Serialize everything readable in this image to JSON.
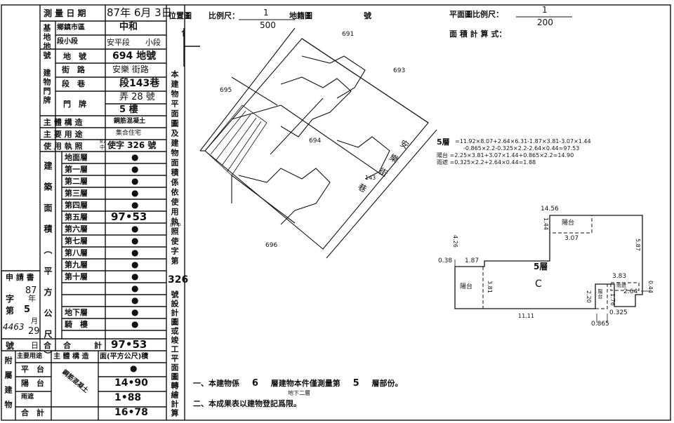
{
  "survey": {
    "label_date": "測 量 日 期",
    "date": "87年 6月 3日",
    "label_base": "基地地號",
    "label_township": "鄉鎮市區",
    "township": "中和",
    "label_section": "段小段",
    "section": "安平段　　小段",
    "label_lot": "地　號",
    "lot": "694 地號"
  },
  "address": {
    "label": "建物門牌",
    "label_street": "街　路",
    "street": "安樂 街路",
    "label_lane": "段　巷",
    "lane": "段143巷",
    "label_door": "門　牌",
    "alley": "弄 28 號",
    "floor": "5 樓"
  },
  "structure": {
    "label": "主 體 構 造",
    "value": "鋼筋混凝土",
    "use_label": "主 要 用 途",
    "use_value": "集合住宅",
    "license_label": "使 用 執 照",
    "license_value": "使字 326 號",
    "license_year": "87",
    "license_city": "中"
  },
  "floors": {
    "section_label": "建築面積（平方公尺）",
    "rows": [
      {
        "name": "地面層",
        "area": "●"
      },
      {
        "name": "第一層",
        "area": "●"
      },
      {
        "name": "第二層",
        "area": "●"
      },
      {
        "name": "第三層",
        "area": "●"
      },
      {
        "name": "第四層",
        "area": "●"
      },
      {
        "name": "第五層",
        "area": "97•53"
      },
      {
        "name": "第六層",
        "area": "●"
      },
      {
        "name": "第七層",
        "area": "●"
      },
      {
        "name": "第八層",
        "area": "●"
      },
      {
        "name": "第九層",
        "area": "●"
      },
      {
        "name": "第十層",
        "area": "●"
      },
      {
        "name": "",
        "area": "●"
      },
      {
        "name": "",
        "area": "●"
      },
      {
        "name": "地下層",
        "area": "●"
      },
      {
        "name": "騎　樓",
        "area": "●"
      }
    ],
    "total_label": "合　　　計",
    "total": "97•53"
  },
  "application": {
    "label": "申 請 書",
    "year_num": "87",
    "zi": "字",
    "year": "年",
    "di": "第",
    "month_num": "5",
    "month": "月",
    "num": "4463",
    "day_num": "29",
    "hao": "號",
    "day": "日"
  },
  "annex": {
    "label": "附屬建物",
    "col_use": "主要用途",
    "col_struct": "主 體 構 造",
    "col_area": "面(平方公尺)積",
    "struct_stamp": "鋼筋混凝土",
    "rows": [
      {
        "use": "平　台",
        "area": "●"
      },
      {
        "use": "陽　台",
        "area": "14•90"
      },
      {
        "use": "雨遮",
        "area": "1•88"
      },
      {
        "use": "合　計",
        "area": "16•78"
      }
    ]
  },
  "vertical_note": "本建物平面圖及建物面積係依使用執照",
  "vertical_note_small": "87中",
  "vertical_note_2": "使字第",
  "license_num_big": "326",
  "vertical_note_3": "號設計圖或竣工平面圖轉繪計算",
  "location": {
    "label": "位置圖",
    "scale_label": "比例尺：",
    "scale_num": "1",
    "scale_den": "500",
    "map_label": "地籍圖",
    "map_no": "號",
    "lot_numbers": [
      "691",
      "693",
      "695",
      "694",
      "696",
      "143"
    ],
    "road_1": "安",
    "road_2": "樂",
    "road_3": "街",
    "road_4": "巷"
  },
  "plan": {
    "scale_label": "平面圖比例尺：",
    "scale_num": "1",
    "scale_den": "200",
    "formula_label": "面 積 計 算 式：",
    "formula_floor": "5層",
    "formula_1": "=11.92×8.07+2.64×6.31-1.87×3.81-3.07×1.44",
    "formula_2": "-0.865×2.2-0.325×2.2-2.64×0.44=97.53",
    "formula_balcony": "陽台 =2.25×3.81+3.07×1.44+0.865×2.2=14.90",
    "formula_canopy": "雨遮 =0.325×2.2+2.64×0.44=1.88",
    "floor_label": "5層",
    "balcony": "陽台",
    "canopy": "雨遮",
    "dims": [
      "14.56",
      "1.44",
      "3.07",
      "4.26",
      "5.87",
      "0.38",
      "1.87",
      "3.81",
      "3.83",
      "0.44",
      "2.64",
      "2.20",
      "1.76",
      "0.325",
      "0.865",
      "11.11"
    ]
  },
  "notes": {
    "n1_a": "一、本建物係",
    "n1_b": "6",
    "n1_c": "層建物本件僅測量第",
    "n1_d": "5",
    "n1_e": "層部份。",
    "n1_sub": "地下二層",
    "n2": "二、本成果表以建物登記爲限。"
  }
}
